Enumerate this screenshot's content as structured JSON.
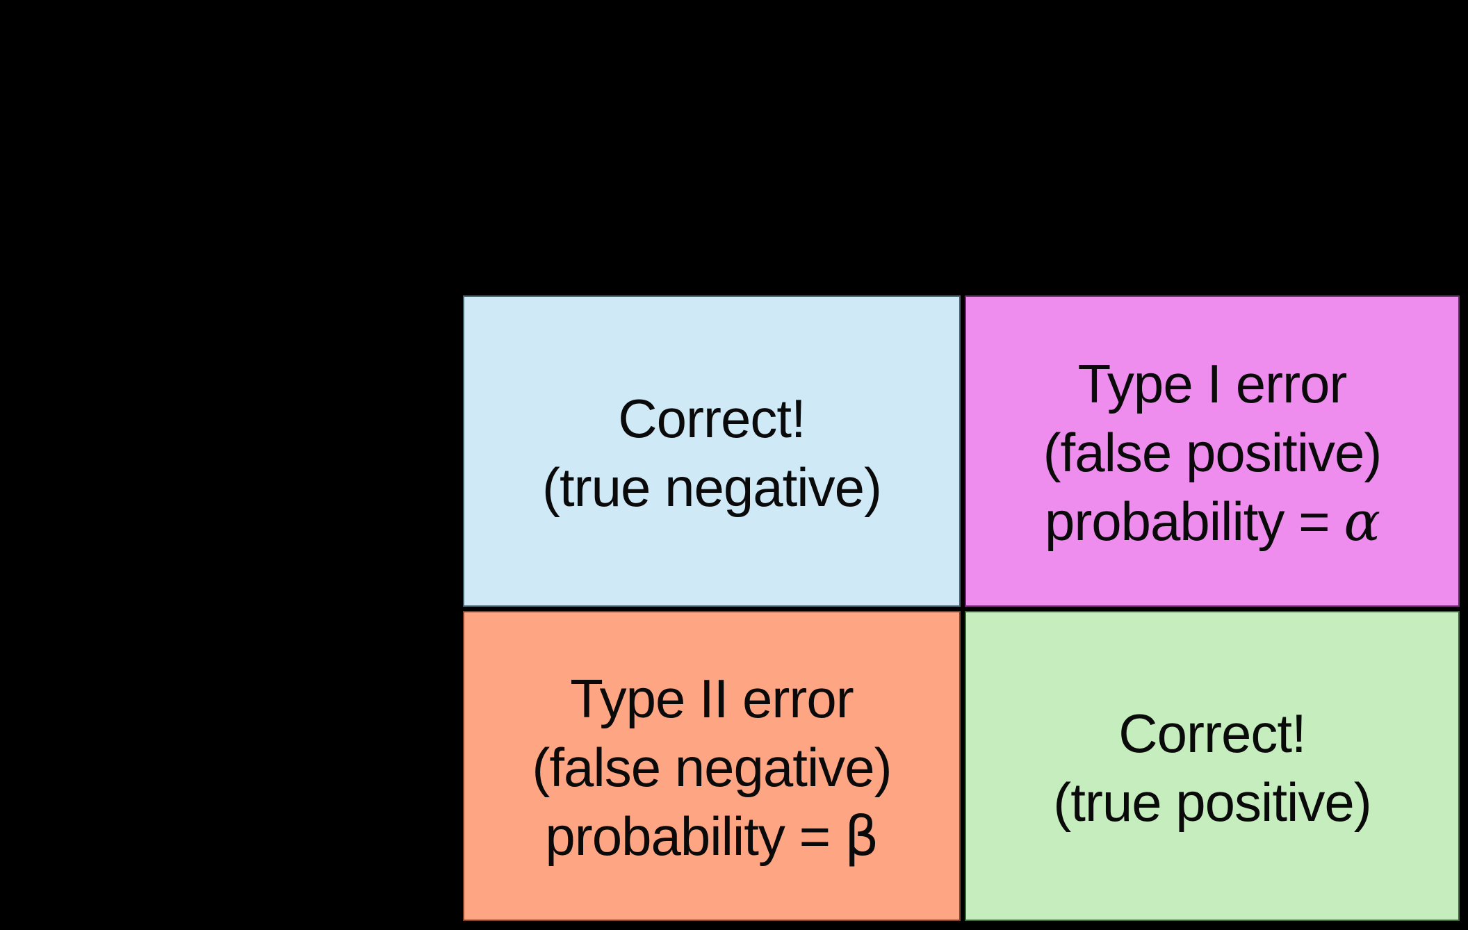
{
  "canvas": {
    "background_color": "#000000",
    "text_color": "#0a0a0a"
  },
  "matrix": {
    "cells": [
      {
        "id": "true-negative",
        "position": "top-left",
        "fill_color": "#cfe9f6",
        "border_color": "#44606d",
        "lines": [
          {
            "text": "Correct!"
          },
          {
            "text": "(true negative)"
          }
        ]
      },
      {
        "id": "type-i-error",
        "position": "top-right",
        "fill_color": "#ee8ded",
        "border_color": "#6e2a70",
        "lines": [
          {
            "text": "Type I error"
          },
          {
            "text": "(false positive)"
          },
          {
            "text": "probability = ",
            "symbol": "α",
            "symbol_name": "alpha",
            "symbol_italic": true
          }
        ]
      },
      {
        "id": "type-ii-error",
        "position": "bottom-left",
        "fill_color": "#fea584",
        "border_color": "#83402a",
        "lines": [
          {
            "text": "Type II error"
          },
          {
            "text": "(false negative)"
          },
          {
            "text": "probability = ",
            "symbol": "β",
            "symbol_name": "beta",
            "symbol_italic": false
          }
        ]
      },
      {
        "id": "true-positive",
        "position": "bottom-right",
        "fill_color": "#c5edbe",
        "border_color": "#3c663a",
        "lines": [
          {
            "text": "Correct!"
          },
          {
            "text": "(true positive)"
          }
        ]
      }
    ]
  }
}
